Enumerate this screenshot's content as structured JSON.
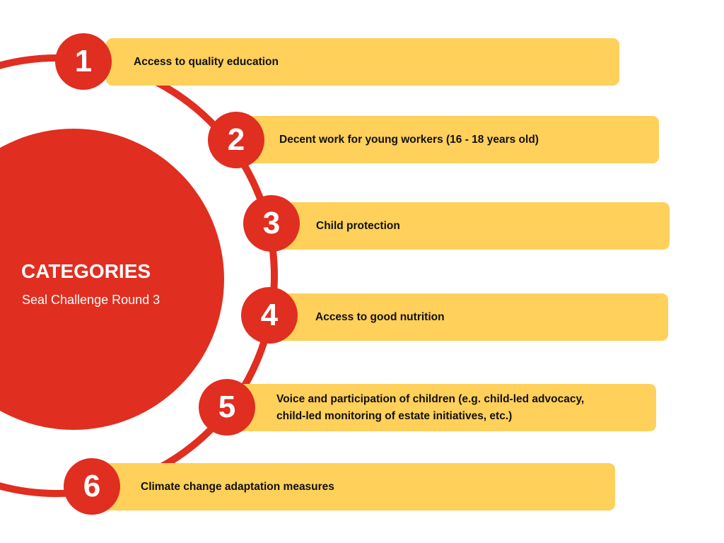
{
  "center": {
    "title": "CATEGORIES",
    "subtitle": "Seal Challenge Round 3"
  },
  "items": [
    {
      "number": "1",
      "label": "Access to quality education"
    },
    {
      "number": "2",
      "label": "Decent work for young workers (16 - 18 years old)"
    },
    {
      "number": "3",
      "label": "Child protection"
    },
    {
      "number": "4",
      "label": "Access to good nutrition"
    },
    {
      "number": "5",
      "label": "Voice and participation of children (e.g. child-led advocacy, child-led monitoring of estate initiatives, etc.)"
    },
    {
      "number": "6",
      "label": "Climate change adaptation measures"
    }
  ],
  "colors": {
    "red": "#E02E20",
    "yellow": "#FFD05A"
  }
}
